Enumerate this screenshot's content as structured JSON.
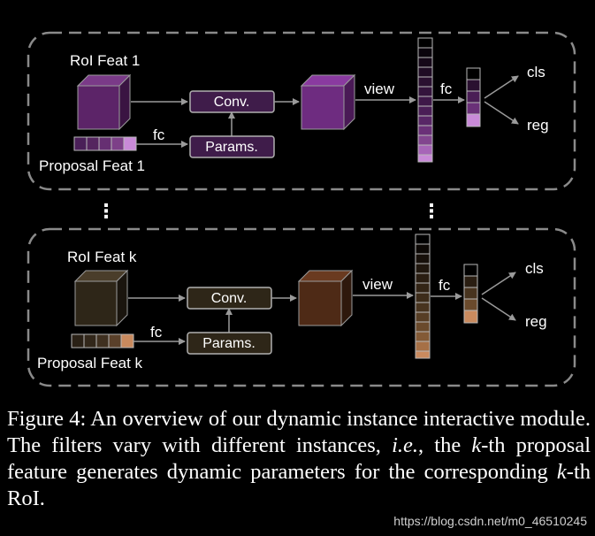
{
  "diagram": {
    "instance1": {
      "roi_label": "RoI Feat 1",
      "proposal_label": "Proposal Feat 1",
      "conv_label": "Conv.",
      "params_label": "Params.",
      "fc_label_left": "fc",
      "view_label": "view",
      "fc_label_right": "fc",
      "cls_label": "cls",
      "reg_label": "reg",
      "colors": {
        "cube": "#6b2e78",
        "cube_dark": "#3a1442",
        "box_fill": "#3f1c4a",
        "cell_light": "#c98ad8"
      }
    },
    "instance2": {
      "roi_label": "RoI Feat k",
      "proposal_label": "Proposal Feat k",
      "conv_label": "Conv.",
      "params_label": "Params.",
      "fc_label_left": "fc",
      "view_label": "view",
      "fc_label_right": "fc",
      "cls_label": "cls",
      "reg_label": "reg",
      "colors": {
        "cube": "#3a2e1e",
        "cube_dark": "#1e1810",
        "box_fill": "#2e2618",
        "cell_light": "#c98a5e"
      }
    },
    "ellipsis": "⋮"
  },
  "caption": {
    "p1": "Figure 4: An overview of our dynamic instance interactive module. The filters vary with different instances, ",
    "ie": "i.e.",
    "p2": ", the ",
    "k1": "k",
    "p3": "-th proposal feature generates dynamic parameters for the corresponding ",
    "k2": "k",
    "p4": "-th RoI."
  },
  "watermark": "https://blog.csdn.net/m0_46510245"
}
